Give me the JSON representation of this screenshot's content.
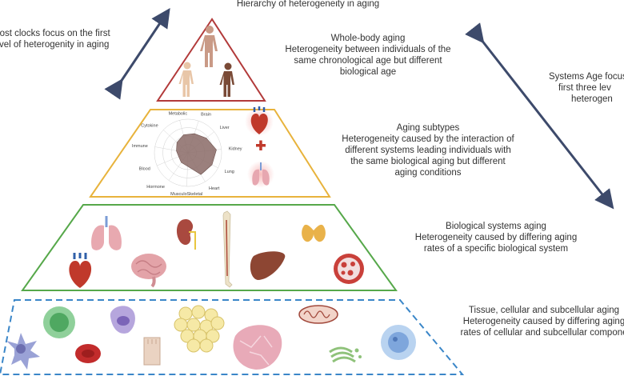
{
  "title": "Hierarchy of heterogeneity in aging",
  "left_note": [
    "Most clocks focus on the first",
    "level of heterogenity in aging"
  ],
  "right_note": [
    "Systems Age focus",
    "first three lev",
    "heterogen"
  ],
  "levels": [
    {
      "id": "whole_body",
      "heading": "Whole-body aging",
      "lines": [
        "Heterogeneity between individuals of the",
        "same chronological age but different",
        "biological age"
      ],
      "border_color": "#b23a3a"
    },
    {
      "id": "subtypes",
      "heading": "Aging subtypes",
      "lines": [
        "Heterogeneity caused by the interaction of",
        "different systems leading individuals with",
        "the same biological aging but different",
        "aging conditions"
      ],
      "border_color": "#e8b33c"
    },
    {
      "id": "systems",
      "heading": "Biological systems aging",
      "lines": [
        "Heterogeneity caused by differing aging",
        "rates of a specific biological system"
      ],
      "border_color": "#56a84a"
    },
    {
      "id": "tissue",
      "heading": "Tissue, cellular and subcellular aging",
      "lines": [
        "Heterogeneity caused by differing aging",
        "rates of cellular and subcellular compone"
      ],
      "border_color": "#3a86c8"
    }
  ],
  "radar_labels": [
    "Metabolic",
    "Brain",
    "Liver",
    "Kidney",
    "Lung",
    "Heart",
    "MusculoSkeletal",
    "Hormone",
    "Blood",
    "Immune",
    "Cytokine"
  ],
  "radar_profile": [
    0.55,
    0.6,
    0.7,
    0.85,
    0.8,
    0.75,
    0.4,
    0.35,
    0.3,
    0.35,
    0.45
  ],
  "colors": {
    "arrow": "#3d4a6b",
    "organ_red": "#c94a4a",
    "organ_pink": "#e8a9b0",
    "radar_fill": "#8a6a66"
  },
  "icons": [
    "human-figures-icon",
    "heart-icon",
    "lungs-icon",
    "kidney-icon",
    "brain-icon",
    "bone-icon",
    "liver-icon",
    "thyroid-icon",
    "blood-vessel-icon",
    "cell-icons"
  ]
}
